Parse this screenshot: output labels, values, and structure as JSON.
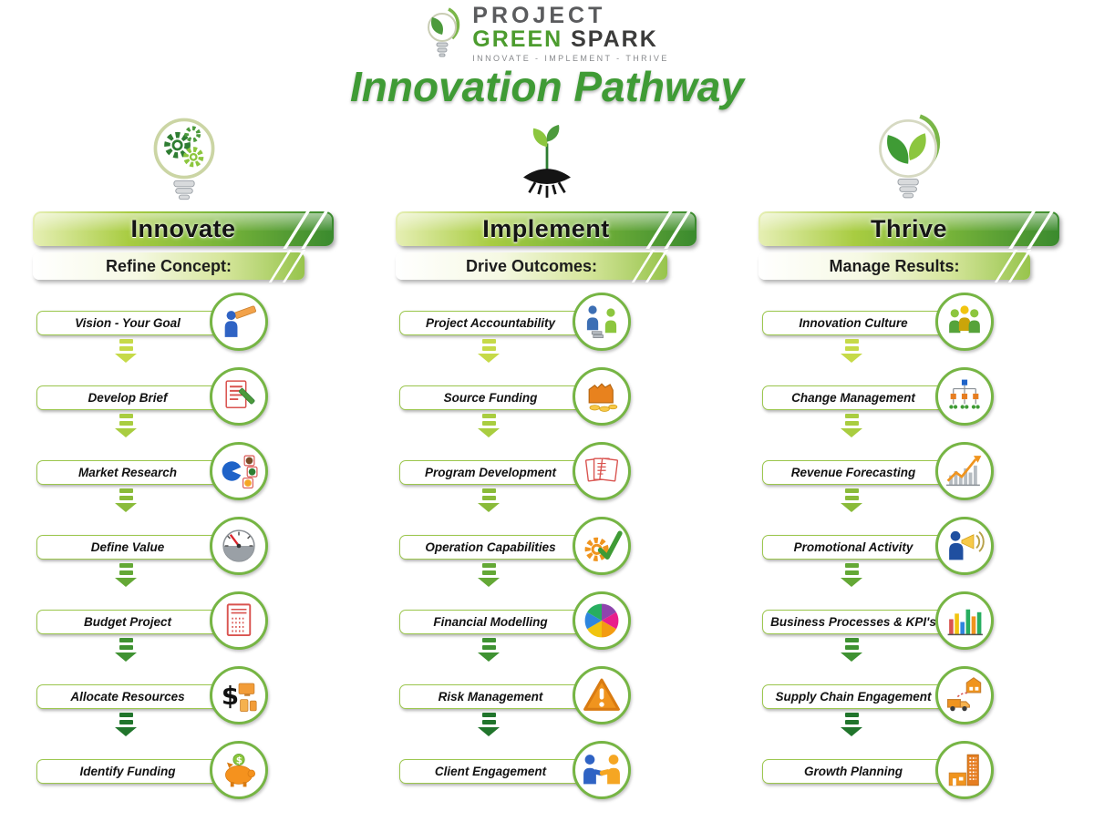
{
  "header": {
    "brand": {
      "project": "PROJECT",
      "green": "GREEN",
      "spark": "SPARK",
      "tagline": "INNOVATE - IMPLEMENT - THRIVE",
      "logo_icon": "leaf-bulb-logo-icon"
    },
    "title": "Innovation Pathway"
  },
  "palette": {
    "brand_green": "#4c9c2e",
    "title_green": "#3f9b35",
    "banner_light": "#e6efb4",
    "banner_dark": "#3a8a2e",
    "arrow_gradient": [
      "#c6da48",
      "#a9cd40",
      "#8abb3a",
      "#64a836",
      "#3f9232",
      "#21752c"
    ]
  },
  "columns": [
    {
      "phase": "Innovate",
      "subtitle": "Refine Concept:",
      "bulb_icon": "innovate-gears-bulb-icon",
      "items": [
        {
          "label": "Vision - Your Goal",
          "icon": "telescope-person-icon"
        },
        {
          "label": "Develop Brief",
          "icon": "document-pen-icon"
        },
        {
          "label": "Market Research",
          "icon": "market-segments-icon"
        },
        {
          "label": "Define Value",
          "icon": "gauge-icon"
        },
        {
          "label": "Budget Project",
          "icon": "budget-document-icon"
        },
        {
          "label": "Allocate Resources",
          "icon": "dollar-devices-icon"
        },
        {
          "label": "Identify Funding",
          "icon": "piggy-bank-icon"
        }
      ]
    },
    {
      "phase": "Implement",
      "subtitle": "Drive Outcomes:",
      "bulb_icon": "implement-sprout-roots-icon",
      "items": [
        {
          "label": "Project Accountability",
          "icon": "people-money-icon"
        },
        {
          "label": "Source Funding",
          "icon": "wallet-coins-icon"
        },
        {
          "label": "Program Development",
          "icon": "documents-stack-icon"
        },
        {
          "label": "Operation Capabilities",
          "icon": "gear-check-icon"
        },
        {
          "label": "Financial Modelling",
          "icon": "pie-chart-icon"
        },
        {
          "label": "Risk Management",
          "icon": "warning-triangle-icon"
        },
        {
          "label": "Client Engagement",
          "icon": "handshake-icon"
        }
      ]
    },
    {
      "phase": "Thrive",
      "subtitle": "Manage Results:",
      "bulb_icon": "thrive-leaf-bulb-icon",
      "items": [
        {
          "label": "Innovation Culture",
          "icon": "people-ideas-icon"
        },
        {
          "label": "Change Management",
          "icon": "org-chart-icon"
        },
        {
          "label": "Revenue Forecasting",
          "icon": "forecast-chart-icon"
        },
        {
          "label": "Promotional Activity",
          "icon": "megaphone-person-icon"
        },
        {
          "label": "Business Processes & KPI's",
          "icon": "kpi-bar-chart-icon"
        },
        {
          "label": "Supply Chain Engagement",
          "icon": "supply-chain-icon"
        },
        {
          "label": "Growth Planning",
          "icon": "buildings-icon"
        }
      ]
    }
  ]
}
